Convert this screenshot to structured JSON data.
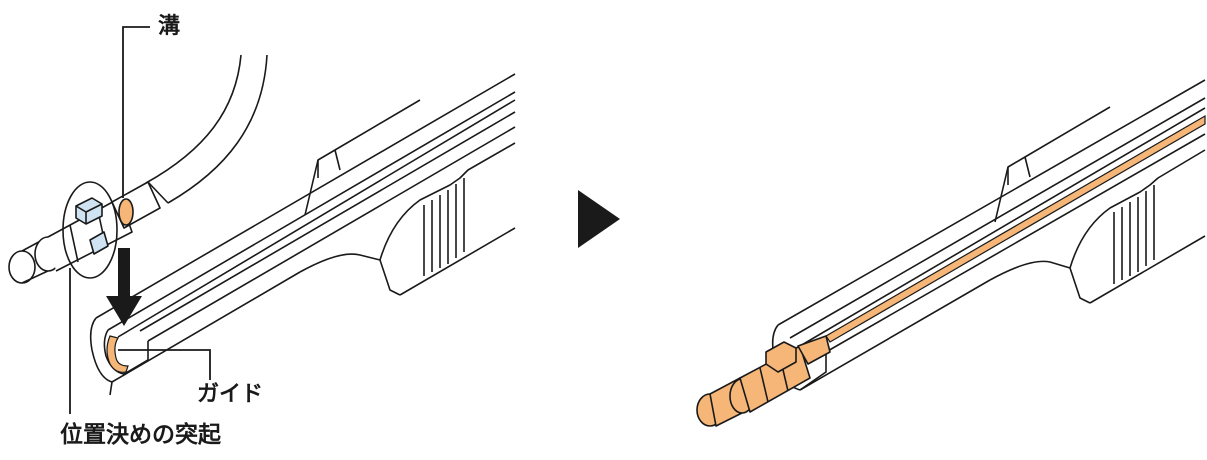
{
  "callouts": {
    "groove": "溝",
    "guide": "ガイド",
    "protrusion": "位置決めの突起"
  },
  "colors": {
    "outline": "#1a1a1a",
    "accent_orange": "#f5b678",
    "accent_blue": "#cfe3f3",
    "background": "#ffffff"
  },
  "icons": {
    "step_arrow": "right-triangle-arrow",
    "insert_arrow": "down-arrow"
  }
}
